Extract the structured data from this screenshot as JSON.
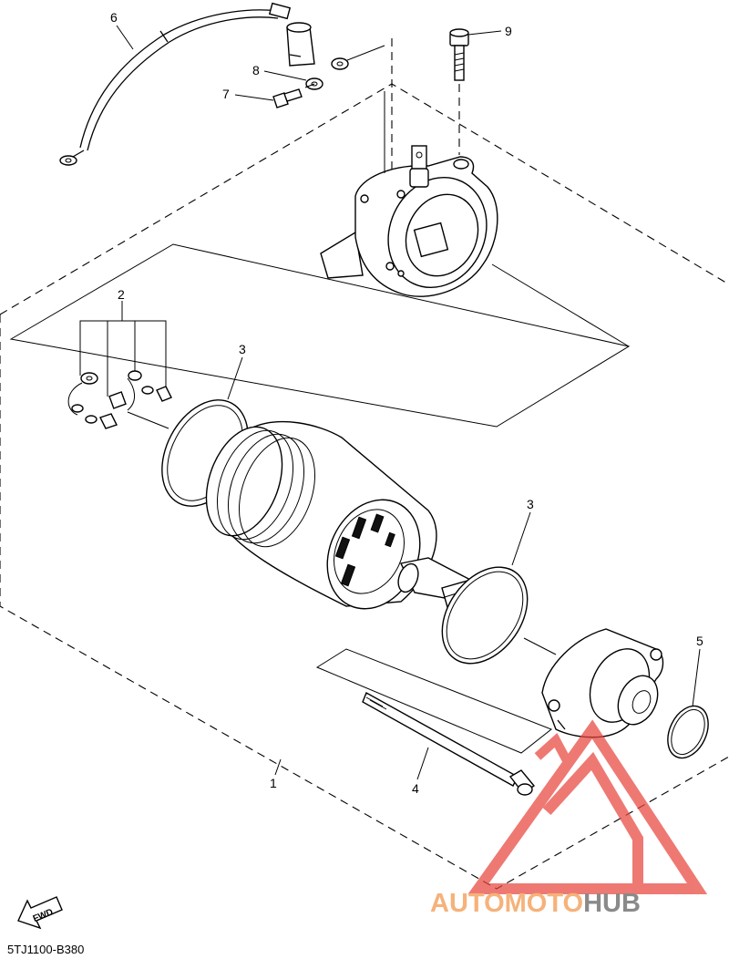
{
  "callouts": {
    "c1": "1",
    "c2": "2",
    "c3a": "3",
    "c3b": "3",
    "c4": "4",
    "c5": "5",
    "c6": "6",
    "c7": "7",
    "c8": "8",
    "c9": "9"
  },
  "diagram_code": "5TJ1100-B380",
  "fwd_label": "FWD",
  "watermark": {
    "part1": "AUTOMOTO",
    "part2": "HUB",
    "color1": "#f5b27a",
    "color2": "#8a8a8a",
    "triangle_color": "#e8463e"
  }
}
